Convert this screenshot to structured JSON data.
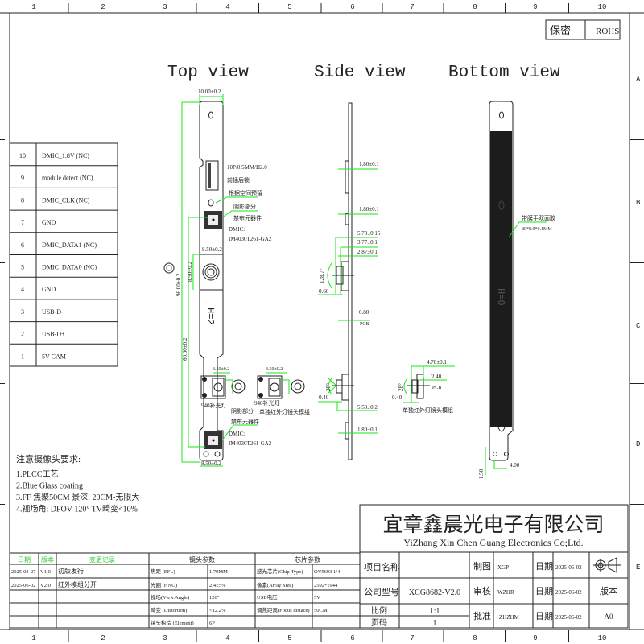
{
  "frame": {
    "columns": [
      "1",
      "2",
      "3",
      "4",
      "5",
      "6",
      "7",
      "8",
      "9",
      "10"
    ],
    "rows": [
      "A",
      "B",
      "C",
      "D",
      "E"
    ],
    "secret_label": "保密",
    "rohs_label": "ROHS"
  },
  "views": {
    "top": "Top view",
    "side": "Side view",
    "bottom": "Bottom view"
  },
  "top_view": {
    "width_dim": "10.00±0.2",
    "connector": "10P/0.5MM/H2.0",
    "connector_note": "前插后锁",
    "reserve_note": "根据空间预留",
    "shade1": "阴影部分",
    "keepout1": "禁布元器件",
    "dmic1": "DMIC:",
    "dmic1_part": "IM4030T261-GA2",
    "lens_dim": "8.50±0.2",
    "total_len": "96.00±0.2",
    "sub_len": "60.00±0.2",
    "side_dim": "8.50±0.2",
    "height_mark": "H=2",
    "ir_dim1": "3.50±0.2",
    "ir_dim2": "3.50±0.2",
    "ir_label1": "940补光灯",
    "ir_label2": "940补光灯",
    "ir_module": "单独红外灯镜头模组",
    "shade2": "阴影部分",
    "keepout2": "禁布元器件",
    "dmic2": "DMIC:",
    "dmic2_part": "IM4030T261-GA2",
    "bottom_dim": "8.50±0.2"
  },
  "side_view": {
    "d1": "1.80±0.1",
    "d2": "1.80±0.1",
    "d3": "5.70±0.15",
    "d4": "3.77±0.1",
    "d5": "2.87±0.1",
    "angle": "128.7°",
    "d6": "0.66",
    "pcb_t": "0.80",
    "pcb": "PCB",
    "ir_angle": "28°",
    "ir_off": "0.40",
    "d7": "5.50±0.2",
    "d8": "1.80±0.1",
    "m_d1": "4.70±0.1",
    "m_d2": "2.40",
    "m_pcb": "PCB",
    "m_angle": "28°",
    "m_off": "0.40",
    "m_label": "单独红外灯镜头模组"
  },
  "bottom_view": {
    "tape": "带膜手双面胶",
    "tape_size": "80*8.0*0.1MM",
    "height_mark": "H=0",
    "d1": "4.00",
    "d2": "1.50"
  },
  "pins": [
    {
      "no": "10",
      "name": "DMIC_1.8V (NC)"
    },
    {
      "no": "9",
      "name": "module detect (NC)"
    },
    {
      "no": "8",
      "name": "DMIC_CLK (NC)"
    },
    {
      "no": "7",
      "name": "GND"
    },
    {
      "no": "6",
      "name": "DMIC_DATA1  (NC)"
    },
    {
      "no": "5",
      "name": "DMIC_DATA0  (NC)"
    },
    {
      "no": "4",
      "name": "GND"
    },
    {
      "no": "3",
      "name": "USB-D-"
    },
    {
      "no": "2",
      "name": "USB-D+"
    },
    {
      "no": "1",
      "name": "5V CAM"
    }
  ],
  "notes": {
    "title": "注意摄像头要求:",
    "items": [
      "1.PLCC工艺",
      "2.Blue Glass coating",
      "3.FF 焦聚50CM 景深: 20CM-无限大",
      "4.视场角: DFOV 120° TV畸变<10%"
    ]
  },
  "revision_table": {
    "headers": [
      "日期",
      "版本",
      "变更记录",
      "镜头参数",
      "芯片参数"
    ],
    "rows": [
      [
        "2025-03-27",
        "V1.0",
        "初版发行",
        "焦距 (EFL)",
        "1.79MM",
        "感光芯片(Chip Type)",
        "OV5693 1/4"
      ],
      [
        "2025-06-02",
        "V2.0",
        "红外模组分开",
        "光圈 (F.NO)",
        "2.4±5%",
        "像素(Array Size)",
        "2592*1944"
      ],
      [
        "",
        "",
        "",
        "视场(View.Angle)",
        "120°",
        "USB电压",
        "5V"
      ],
      [
        "",
        "",
        "",
        "畸变 (Distortion)",
        "<12.2%",
        "调焦距离(Focus distace)",
        "50CM"
      ],
      [
        "",
        "",
        "",
        "镜头构造 (Element)",
        "6P",
        "",
        ""
      ]
    ]
  },
  "title_block": {
    "company_cn": "宜章鑫晨光电子有限公司",
    "company_en": "YiZhang Xin Chen Guang Electronics Co;Ltd.",
    "project_label": "项目名称",
    "project_value": "",
    "model_label": "公司型号",
    "model_value": "XCG8682-V2.0",
    "scale_label": "比例",
    "scale_value": "1:1",
    "page_label": "页码",
    "page_value": "1",
    "drawn_label": "制图",
    "drawn_value": "XGP",
    "check_label": "审核",
    "check_value": "WZHR",
    "approve_label": "批准",
    "approve_value": "ZHZHM",
    "date_label1": "日期",
    "date_label2": "日期",
    "date_label3": "日期",
    "date1": "2025-06-02",
    "date2": "2025-06-02",
    "date3": "2025-06-02",
    "version_label": "版本",
    "version_value": "A0"
  }
}
